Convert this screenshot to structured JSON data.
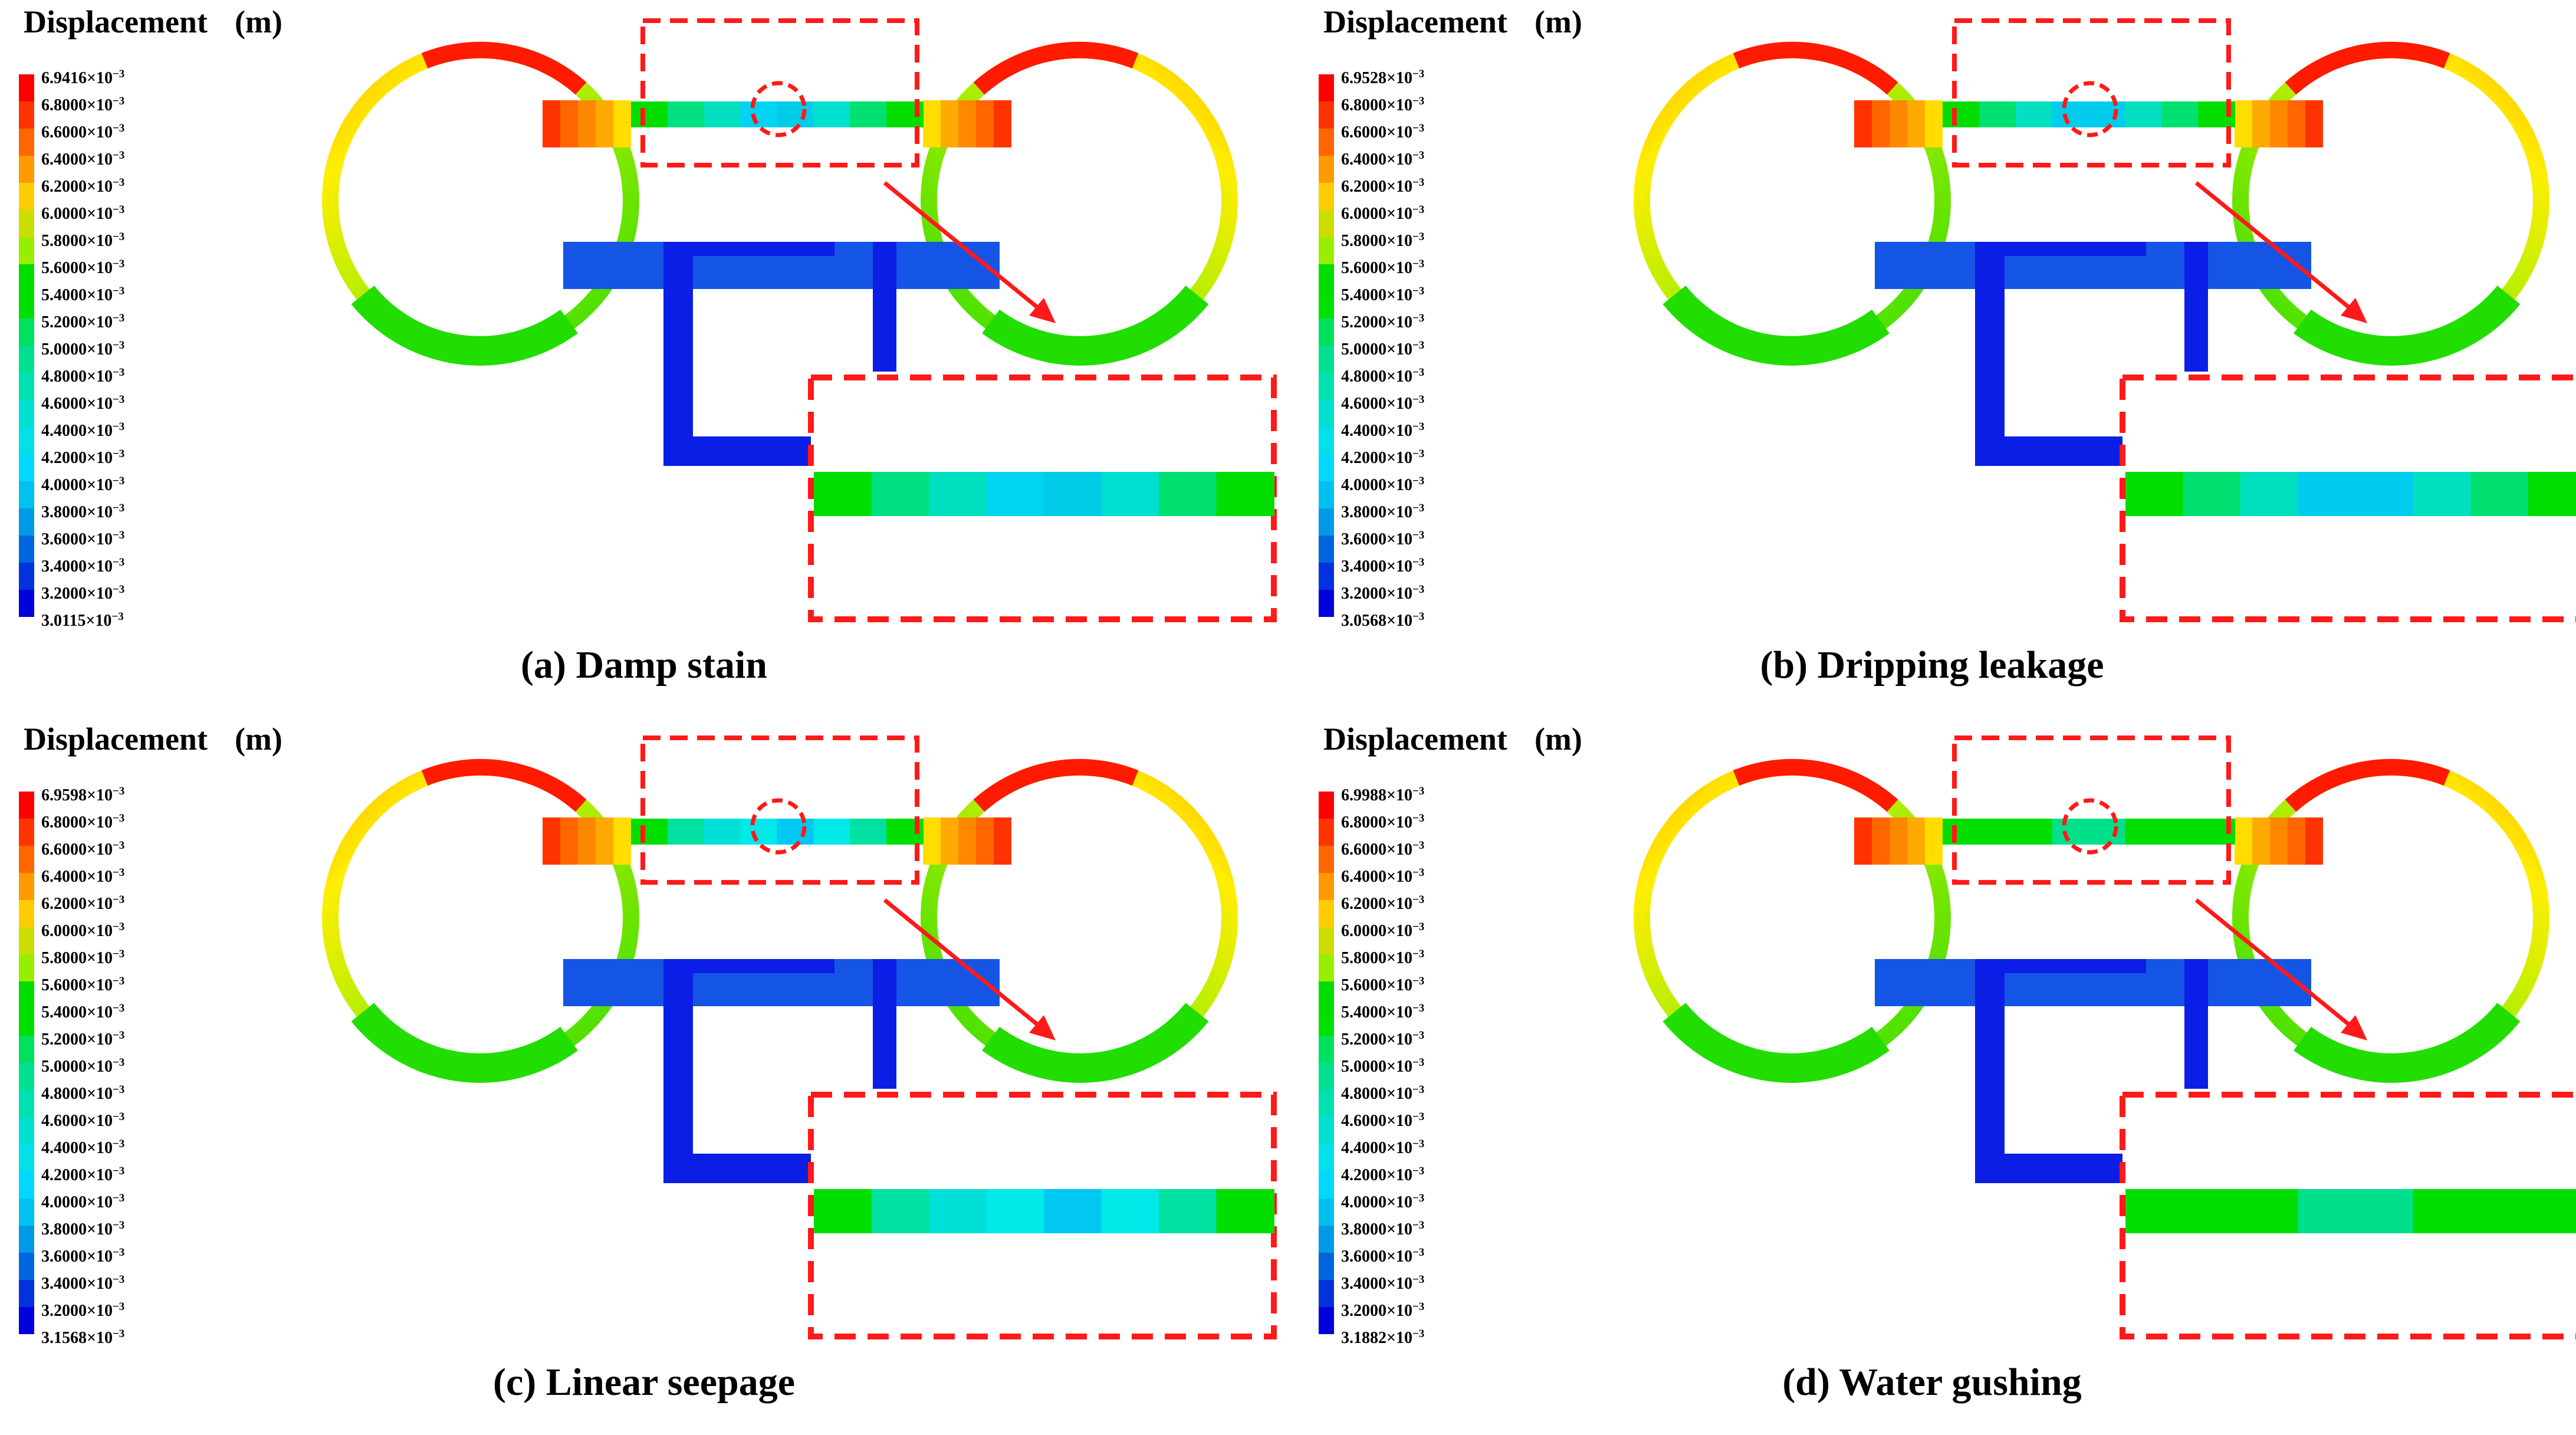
{
  "legend_title": "Displacement",
  "legend_unit": "(m)",
  "tick_mid_values": [
    "6.8000",
    "6.6000",
    "6.4000",
    "6.2000",
    "6.0000",
    "5.8000",
    "5.6000",
    "5.4000",
    "5.2000",
    "5.0000",
    "4.8000",
    "4.6000",
    "4.4000",
    "4.2000",
    "4.0000",
    "3.8000",
    "3.6000",
    "3.4000",
    "3.2000"
  ],
  "tick_exponent_base": "×10",
  "tick_exponent": "−3",
  "colorbar_colors": [
    "#ff0000",
    "#ff3300",
    "#ff6600",
    "#ff9900",
    "#ffcc00",
    "#ccdd00",
    "#99ee00",
    "#00dd00",
    "#00e000",
    "#00e060",
    "#00e090",
    "#00e0b0",
    "#00e0d0",
    "#00e0e8",
    "#00d8ff",
    "#00c0f0",
    "#0099e6",
    "#0066dd",
    "#0033dd",
    "#0000dd"
  ],
  "panels": [
    {
      "caption": "(a) Damp stain",
      "max": "6.9416",
      "min": "3.0115",
      "slab_colors": [
        "#00dd00",
        "#00e080",
        "#00e0c0",
        "#00d4f0",
        "#00cce8",
        "#00e0d0",
        "#00e070",
        "#00dd00"
      ]
    },
    {
      "caption": "(b) Dripping leakage",
      "max": "6.9528",
      "min": "3.0568",
      "slab_colors": [
        "#00dd00",
        "#00e070",
        "#00e0c0",
        "#00ccee",
        "#00ccee",
        "#00e0c0",
        "#00e070",
        "#00dd00"
      ]
    },
    {
      "caption": "(c) Linear seepage",
      "max": "6.9598",
      "min": "3.1568",
      "slab_colors": [
        "#00dd00",
        "#00e0a0",
        "#00e0d8",
        "#00e8e8",
        "#00c8f0",
        "#00e8e8",
        "#00e0a0",
        "#00dd00"
      ]
    },
    {
      "caption": "(d) Water gushing",
      "max": "6.9988",
      "min": "3.1882",
      "slab_colors": [
        "#00dd00",
        "#00dd00",
        "#00dd00",
        "#00e08a",
        "#00e08a",
        "#00dd00",
        "#00dd00",
        "#00dd00"
      ]
    }
  ]
}
